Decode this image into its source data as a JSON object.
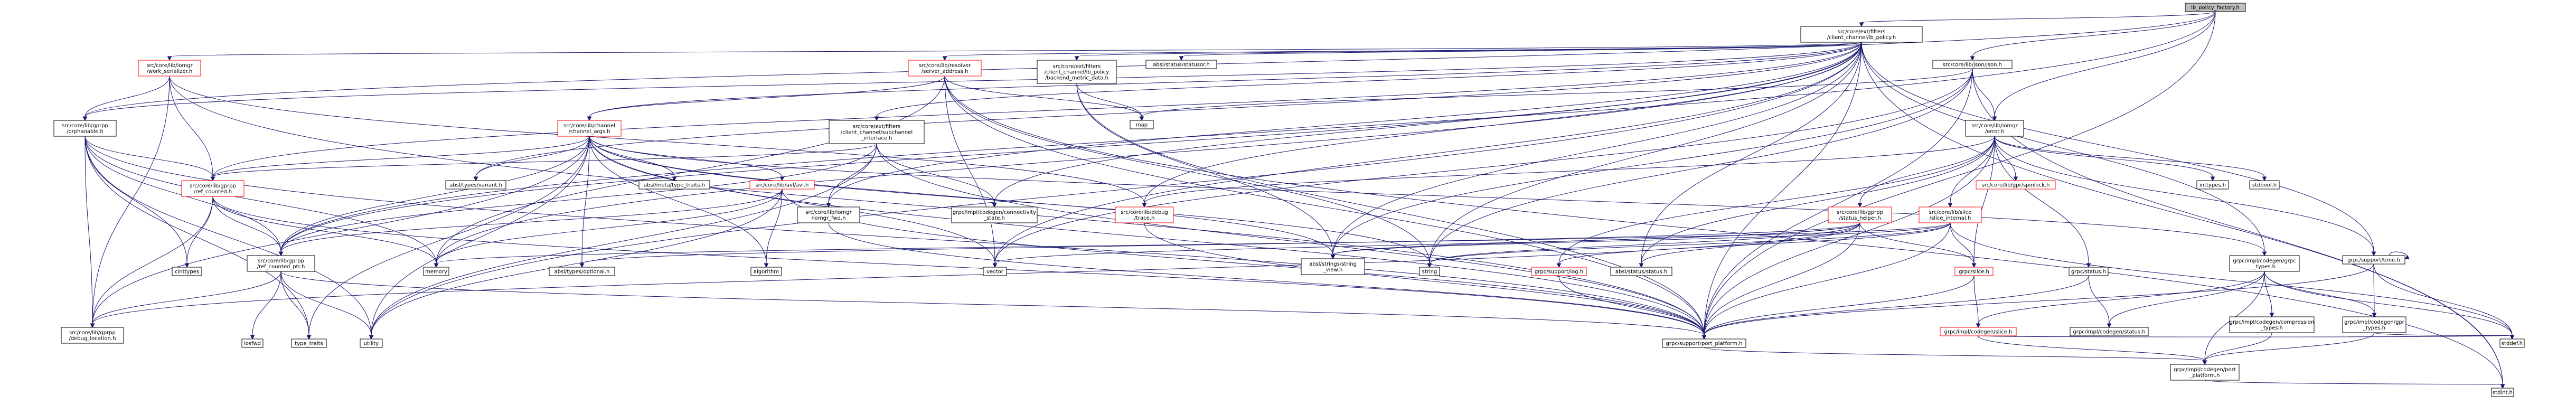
{
  "nodes": [
    {
      "id": "root",
      "lines": [
        "lb_policy_factory.h"
      ],
      "style": "root"
    },
    {
      "id": "lb_policy",
      "lines": [
        "src/core/ext/filters",
        "/client_channel/lb_policy.h"
      ]
    },
    {
      "id": "json",
      "lines": [
        "src/core/lib/json/json.h"
      ]
    },
    {
      "id": "work_serializer",
      "lines": [
        "src/core/lib/iomgr",
        "/work_serializer.h"
      ],
      "style": "red"
    },
    {
      "id": "server_address",
      "lines": [
        "src/core/lib/resolver",
        "/server_address.h"
      ],
      "style": "red"
    },
    {
      "id": "backend_metric_data",
      "lines": [
        "src/core/ext/filters",
        "/client_channel/lb_policy",
        "/backend_metric_data.h"
      ]
    },
    {
      "id": "statusor",
      "lines": [
        "absl/status/statusor.h"
      ]
    },
    {
      "id": "orphanable",
      "lines": [
        "src/core/lib/gprpp",
        "/orphanable.h"
      ]
    },
    {
      "id": "channel_args",
      "lines": [
        "src/core/lib/channel",
        "/channel_args.h"
      ],
      "style": "red"
    },
    {
      "id": "subchannel_interface",
      "lines": [
        "src/core/ext/filters",
        "/client_channel/subchannel",
        "_interface.h"
      ]
    },
    {
      "id": "map",
      "lines": [
        "map"
      ]
    },
    {
      "id": "error",
      "lines": [
        "src/core/lib/iomgr",
        "/error.h"
      ]
    },
    {
      "id": "ref_counted",
      "lines": [
        "src/core/lib/gprpp",
        "/ref_counted.h"
      ],
      "style": "red"
    },
    {
      "id": "variant",
      "lines": [
        "absl/types/variant.h"
      ]
    },
    {
      "id": "type_traits_meta",
      "lines": [
        "absl/meta/type_traits.h"
      ]
    },
    {
      "id": "avl",
      "lines": [
        "src/core/lib/avl/avl.h"
      ],
      "style": "red"
    },
    {
      "id": "iomgr_fwd",
      "lines": [
        "src/core/lib/iomgr",
        "/iomgr_fwd.h"
      ]
    },
    {
      "id": "connectivity_state",
      "lines": [
        "grpc/impl/codegen/connectivity",
        "_state.h"
      ]
    },
    {
      "id": "debug_trace",
      "lines": [
        "src/core/lib/debug",
        "/trace.h"
      ],
      "style": "red"
    },
    {
      "id": "spinlock",
      "lines": [
        "src/core/lib/gpr/spinlock.h"
      ],
      "style": "red"
    },
    {
      "id": "status_helper",
      "lines": [
        "src/core/lib/gprpp",
        "/status_helper.h"
      ],
      "style": "red"
    },
    {
      "id": "slice_internal",
      "lines": [
        "src/core/lib/slice",
        "/slice_internal.h"
      ],
      "style": "red"
    },
    {
      "id": "inttypes",
      "lines": [
        "inttypes.h"
      ]
    },
    {
      "id": "stdbool",
      "lines": [
        "stdbool.h"
      ]
    },
    {
      "id": "cinttypes",
      "lines": [
        "cinttypes"
      ]
    },
    {
      "id": "memory",
      "lines": [
        "memory"
      ]
    },
    {
      "id": "ref_counted_ptr",
      "lines": [
        "src/core/lib/gprpp",
        "/ref_counted_ptr.h"
      ]
    },
    {
      "id": "optional",
      "lines": [
        "absl/types/optional.h"
      ]
    },
    {
      "id": "algorithm",
      "lines": [
        "algorithm"
      ]
    },
    {
      "id": "vector",
      "lines": [
        "vector"
      ]
    },
    {
      "id": "string_view",
      "lines": [
        "absl/strings/string",
        "_view.h"
      ]
    },
    {
      "id": "string",
      "lines": [
        "string"
      ]
    },
    {
      "id": "grpc_support_log",
      "lines": [
        "grpc/support/log.h"
      ],
      "style": "red"
    },
    {
      "id": "abseil_status",
      "lines": [
        "absl/status/status.h"
      ]
    },
    {
      "id": "grpc_slice",
      "lines": [
        "grpc/slice.h"
      ],
      "style": "red"
    },
    {
      "id": "grpc_status",
      "lines": [
        "grpc/status.h"
      ]
    },
    {
      "id": "grpc_types",
      "lines": [
        "grpc/impl/codegen/grpc",
        "_types.h"
      ]
    },
    {
      "id": "support_time",
      "lines": [
        "grpc/support/time.h"
      ]
    },
    {
      "id": "debug_location",
      "lines": [
        "src/core/lib/gprpp",
        "/debug_location.h"
      ]
    },
    {
      "id": "iosfwd",
      "lines": [
        "iosfwd"
      ]
    },
    {
      "id": "type_traits",
      "lines": [
        "type_traits"
      ]
    },
    {
      "id": "utility",
      "lines": [
        "utility"
      ]
    },
    {
      "id": "port_platform",
      "lines": [
        "grpc/support/port_platform.h"
      ]
    },
    {
      "id": "codegen_slice",
      "lines": [
        "grpc/impl/codegen/slice.h"
      ],
      "style": "red"
    },
    {
      "id": "codegen_status",
      "lines": [
        "grpc/impl/codegen/status.h"
      ]
    },
    {
      "id": "compression_types",
      "lines": [
        "grpc/impl/codegen/compression",
        "_types.h"
      ]
    },
    {
      "id": "gpr_types",
      "lines": [
        "grpc/impl/codegen/gpr",
        "_types.h"
      ]
    },
    {
      "id": "codegen_port_platform",
      "lines": [
        "grpc/impl/codegen/port",
        "_platform.h"
      ]
    },
    {
      "id": "stddef",
      "lines": [
        "stddef.h"
      ]
    },
    {
      "id": "stdint",
      "lines": [
        "stdint.h"
      ]
    }
  ],
  "edges": [
    [
      "root",
      "lb_policy"
    ],
    [
      "root",
      "json"
    ],
    [
      "root",
      "orphanable"
    ],
    [
      "root",
      "ref_counted_ptr"
    ],
    [
      "root",
      "port_platform"
    ],
    [
      "root",
      "error"
    ],
    [
      "lb_policy",
      "work_serializer"
    ],
    [
      "lb_policy",
      "server_address"
    ],
    [
      "lb_policy",
      "backend_metric_data"
    ],
    [
      "lb_policy",
      "statusor"
    ],
    [
      "lb_policy",
      "orphanable"
    ],
    [
      "lb_policy",
      "channel_args"
    ],
    [
      "lb_policy",
      "subchannel_interface"
    ],
    [
      "lb_policy",
      "debug_trace"
    ],
    [
      "lb_policy",
      "ref_counted"
    ],
    [
      "lb_policy",
      "ref_counted_ptr"
    ],
    [
      "lb_policy",
      "variant"
    ],
    [
      "lb_policy",
      "memory"
    ],
    [
      "lb_policy",
      "vector"
    ],
    [
      "lb_policy",
      "string_view"
    ],
    [
      "lb_policy",
      "string"
    ],
    [
      "lb_policy",
      "abseil_status"
    ],
    [
      "lb_policy",
      "port_platform"
    ],
    [
      "lb_policy",
      "utility"
    ],
    [
      "lb_policy",
      "connectivity_state"
    ],
    [
      "lb_policy",
      "iomgr_fwd"
    ],
    [
      "lb_policy",
      "stdint"
    ],
    [
      "lb_policy",
      "grpc_types"
    ],
    [
      "lb_policy",
      "support_time"
    ],
    [
      "json",
      "map"
    ],
    [
      "json",
      "string"
    ],
    [
      "json",
      "vector"
    ],
    [
      "json",
      "string_view"
    ],
    [
      "json",
      "error"
    ],
    [
      "json",
      "port_platform"
    ],
    [
      "json",
      "stdint"
    ],
    [
      "work_serializer",
      "orphanable"
    ],
    [
      "work_serializer",
      "ref_counted"
    ],
    [
      "work_serializer",
      "debug_location"
    ],
    [
      "work_serializer",
      "port_platform"
    ],
    [
      "work_serializer",
      "debug_trace"
    ],
    [
      "server_address",
      "channel_args"
    ],
    [
      "server_address",
      "map"
    ],
    [
      "server_address",
      "memory"
    ],
    [
      "server_address",
      "vector"
    ],
    [
      "server_address",
      "string"
    ],
    [
      "server_address",
      "port_platform"
    ],
    [
      "server_address",
      "stdint"
    ],
    [
      "backend_metric_data",
      "map"
    ],
    [
      "backend_metric_data",
      "string_view"
    ],
    [
      "backend_metric_data",
      "port_platform"
    ],
    [
      "orphanable",
      "ref_counted"
    ],
    [
      "orphanable",
      "ref_counted_ptr"
    ],
    [
      "orphanable",
      "debug_location"
    ],
    [
      "orphanable",
      "memory"
    ],
    [
      "orphanable",
      "cinttypes"
    ],
    [
      "orphanable",
      "utility"
    ],
    [
      "orphanable",
      "type_traits"
    ],
    [
      "orphanable",
      "port_platform"
    ],
    [
      "channel_args",
      "avl"
    ],
    [
      "channel_args",
      "ref_counted"
    ],
    [
      "channel_args",
      "variant"
    ],
    [
      "channel_args",
      "type_traits_meta"
    ],
    [
      "channel_args",
      "optional"
    ],
    [
      "channel_args",
      "algorithm"
    ],
    [
      "channel_args",
      "vector"
    ],
    [
      "channel_args",
      "string"
    ],
    [
      "channel_args",
      "string_view"
    ],
    [
      "channel_args",
      "port_platform"
    ],
    [
      "channel_args",
      "utility"
    ],
    [
      "channel_args",
      "type_traits"
    ],
    [
      "channel_args",
      "ref_counted_ptr"
    ],
    [
      "channel_args",
      "grpc_types"
    ],
    [
      "channel_args",
      "debug_location"
    ],
    [
      "subchannel_interface",
      "iomgr_fwd"
    ],
    [
      "subchannel_interface",
      "connectivity_state"
    ],
    [
      "subchannel_interface",
      "ref_counted"
    ],
    [
      "subchannel_interface",
      "ref_counted_ptr"
    ],
    [
      "subchannel_interface",
      "port_platform"
    ],
    [
      "subchannel_interface",
      "utility"
    ],
    [
      "error",
      "debug_trace"
    ],
    [
      "error",
      "spinlock"
    ],
    [
      "error",
      "status_helper"
    ],
    [
      "error",
      "slice_internal"
    ],
    [
      "error",
      "inttypes"
    ],
    [
      "error",
      "stdbool"
    ],
    [
      "error",
      "grpc_status"
    ],
    [
      "error",
      "grpc_slice"
    ],
    [
      "error",
      "abseil_status"
    ],
    [
      "error",
      "grpc_support_log"
    ],
    [
      "error",
      "support_time"
    ],
    [
      "error",
      "port_platform"
    ],
    [
      "ref_counted",
      "cinttypes"
    ],
    [
      "ref_counted",
      "memory"
    ],
    [
      "ref_counted",
      "ref_counted_ptr"
    ],
    [
      "ref_counted",
      "debug_location"
    ],
    [
      "ref_counted",
      "port_platform"
    ],
    [
      "avl",
      "memory"
    ],
    [
      "avl",
      "algorithm"
    ],
    [
      "avl",
      "utility"
    ],
    [
      "avl",
      "ref_counted_ptr"
    ],
    [
      "avl",
      "port_platform"
    ],
    [
      "iomgr_fwd",
      "port_platform"
    ],
    [
      "debug_trace",
      "port_platform"
    ],
    [
      "status_helper",
      "abseil_status"
    ],
    [
      "status_helper",
      "optional"
    ],
    [
      "status_helper",
      "string_view"
    ],
    [
      "status_helper",
      "vector"
    ],
    [
      "status_helper",
      "string"
    ],
    [
      "status_helper",
      "grpc_slice"
    ],
    [
      "status_helper",
      "debug_location"
    ],
    [
      "status_helper",
      "port_platform"
    ],
    [
      "slice_internal",
      "grpc_slice"
    ],
    [
      "slice_internal",
      "string"
    ],
    [
      "slice_internal",
      "string_view"
    ],
    [
      "slice_internal",
      "grpc_support_log"
    ],
    [
      "slice_internal",
      "memory"
    ],
    [
      "slice_internal",
      "port_platform"
    ],
    [
      "slice_internal",
      "stddef"
    ],
    [
      "ref_counted_ptr",
      "debug_location"
    ],
    [
      "ref_counted_ptr",
      "iosfwd"
    ],
    [
      "ref_counted_ptr",
      "type_traits"
    ],
    [
      "ref_counted_ptr",
      "utility"
    ],
    [
      "ref_counted_ptr",
      "port_platform"
    ],
    [
      "grpc_slice",
      "codegen_slice"
    ],
    [
      "grpc_slice",
      "port_platform"
    ],
    [
      "grpc_status",
      "codegen_status"
    ],
    [
      "grpc_status",
      "port_platform"
    ],
    [
      "grpc_types",
      "compression_types"
    ],
    [
      "grpc_types",
      "gpr_types"
    ],
    [
      "grpc_types",
      "codegen_slice"
    ],
    [
      "grpc_types",
      "codegen_status"
    ],
    [
      "grpc_types",
      "stddef"
    ],
    [
      "grpc_types",
      "codegen_port_platform"
    ],
    [
      "support_time",
      "gpr_types"
    ],
    [
      "support_time",
      "stddef"
    ],
    [
      "support_time",
      "port_platform"
    ],
    [
      "support_time",
      "support_time"
    ],
    [
      "port_platform",
      "codegen_port_platform"
    ],
    [
      "codegen_slice",
      "codegen_port_platform"
    ],
    [
      "codegen_slice",
      "stddef"
    ],
    [
      "compression_types",
      "codegen_port_platform"
    ],
    [
      "gpr_types",
      "codegen_port_platform"
    ],
    [
      "gpr_types",
      "stddef"
    ],
    [
      "codegen_port_platform",
      "stdint"
    ],
    [
      "grpc_support_log",
      "port_platform"
    ]
  ]
}
